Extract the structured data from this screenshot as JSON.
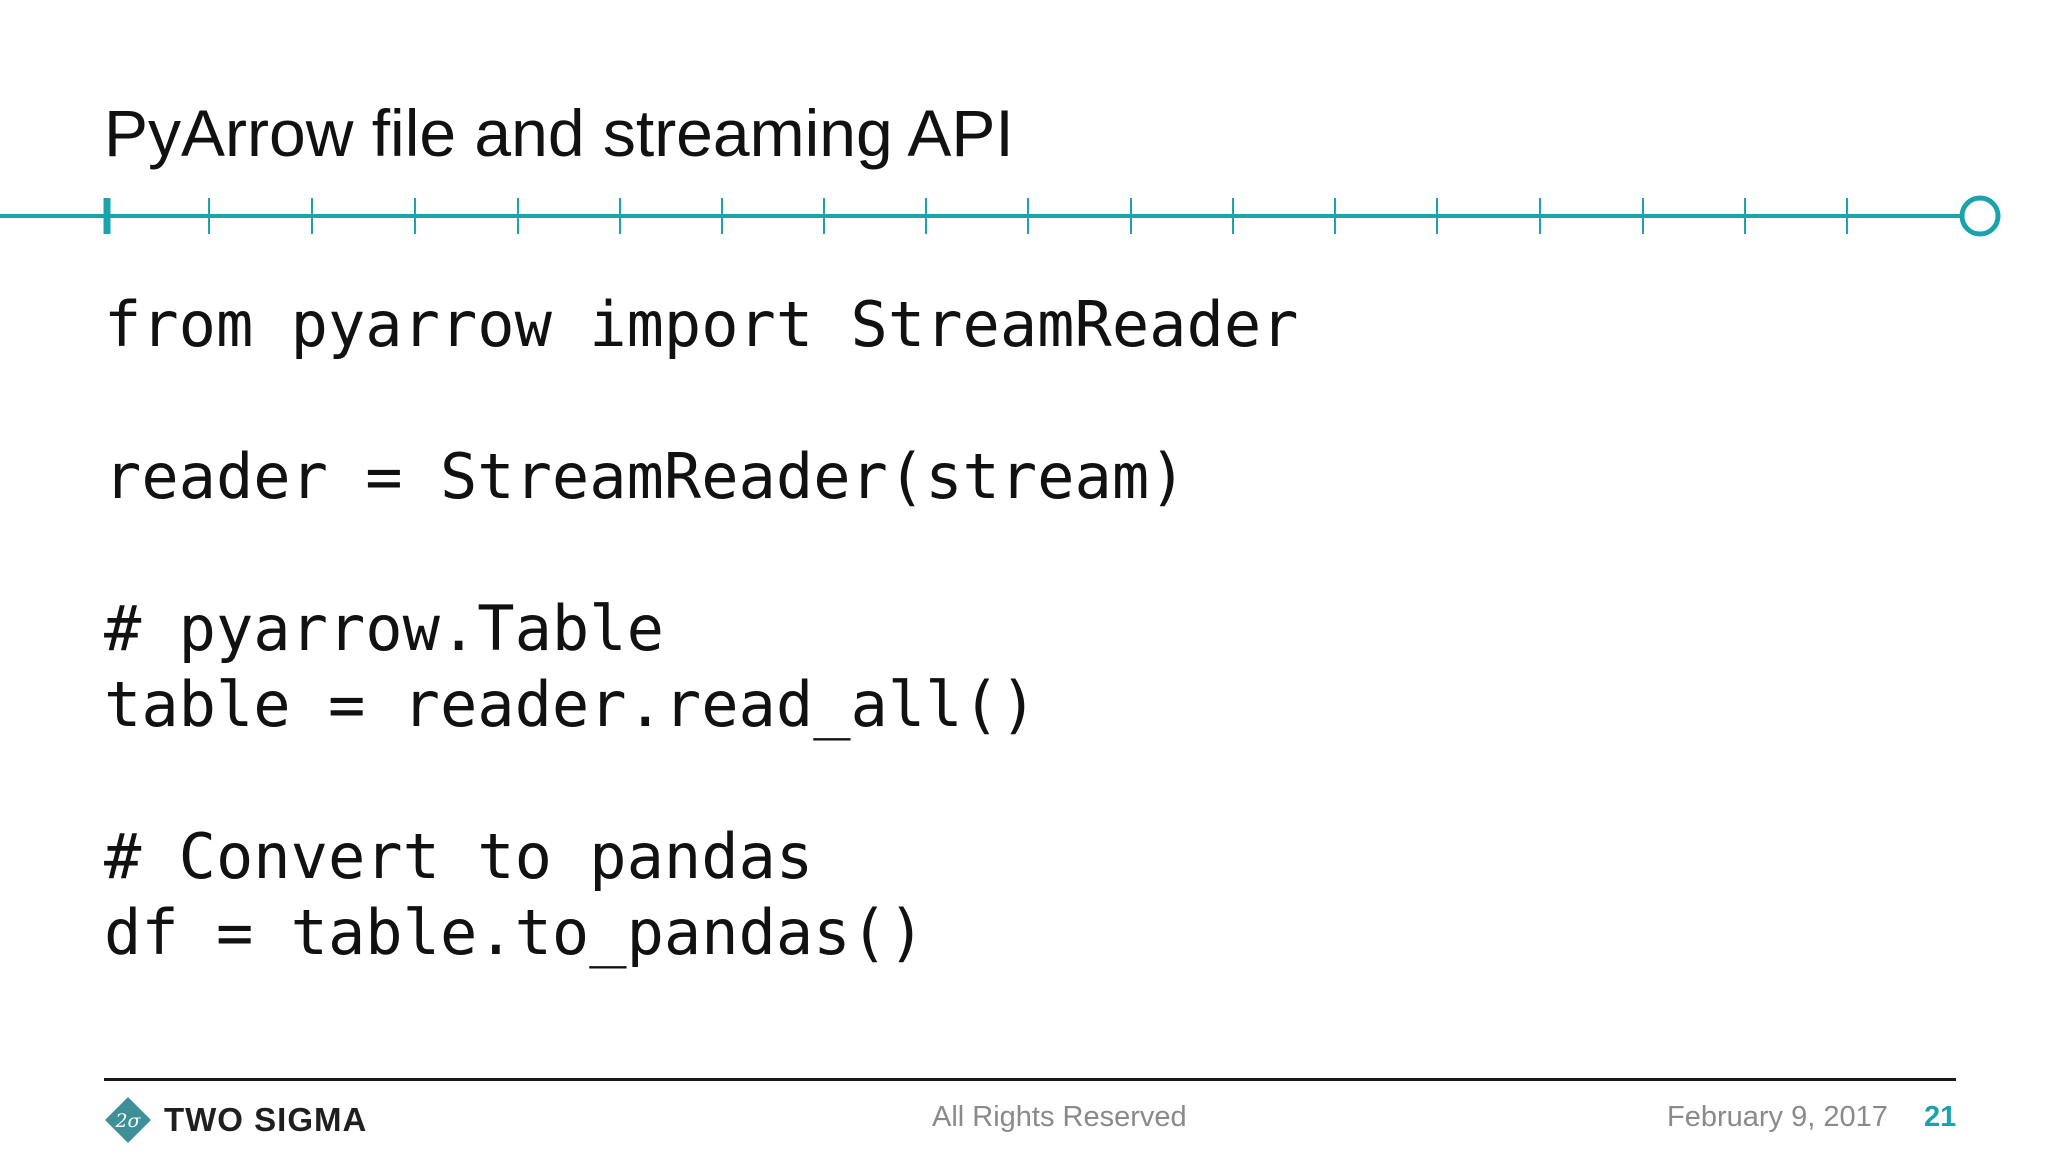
{
  "slide": {
    "title": "PyArrow file and streaming API",
    "code_lines": [
      "from pyarrow import StreamReader",
      "",
      "reader = StreamReader(stream)",
      "",
      "# pyarrow.Table",
      "table = reader.read_all()",
      "",
      "# Convert to pandas",
      "df = table.to_pandas()"
    ]
  },
  "footer": {
    "logo_text": "TWO SIGMA",
    "logo_mark_text": "2σ",
    "rights": "All Rights Reserved",
    "date": "February 9, 2017",
    "page_number": "21"
  },
  "colors": {
    "accent": "#1aa3ad",
    "logo_mark": "#3f8f99"
  }
}
